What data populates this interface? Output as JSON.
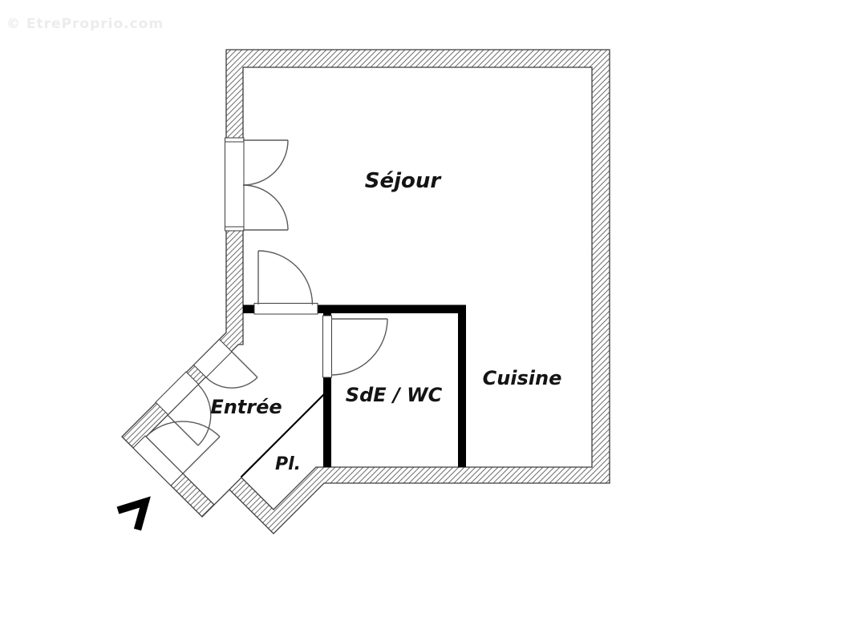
{
  "watermark": {
    "text": "© EtreProprio.com"
  },
  "plan": {
    "rooms": [
      {
        "name": "Séjour"
      },
      {
        "name": "Cuisine"
      },
      {
        "name": "SdE / WC"
      },
      {
        "name": "Entrée"
      },
      {
        "name": "Pl."
      }
    ],
    "colors": {
      "background": "#ffffff",
      "wall_hatch_line": "#6e6e6e",
      "wall_outline": "#3c3c3c",
      "interior_wall": "#000000",
      "door_line": "#5a5a5a",
      "label_text": "#141414",
      "watermark_text": "#ececec"
    }
  }
}
